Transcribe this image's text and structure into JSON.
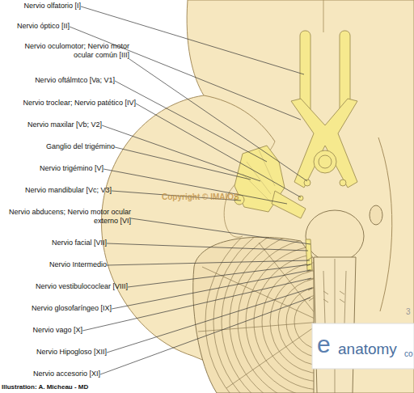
{
  "diagram": {
    "labels": [
      "Nervio olfatorio [I]",
      "Nervio óptico [II]",
      "Nervio oculomotor; Nervio motor ocular común [III]",
      "Nervio oftálmtco [Va; V1]",
      "Nervio troclear; Nervio patético [IV]",
      "Nervio maxilar [Vb; V2]",
      "Ganglio del trigémino",
      "Nervio trigémino [V]",
      "Nervio mandibular [Vc; V3]",
      "Nervio abducens; Nervio motor ocular externo [VI]",
      "Nervio facial [VII]",
      "Nervio Intermedio",
      "Nervio vestibulococlear [VIII]",
      "Nervio glosofaríngeo [IX]",
      "Nervio vago [X]",
      "Nervio Hipogloso [XII]",
      "Nervio accesorio [XI]",
      "Illustration: A. Micheau - MD",
      "Copyright © IMAIOS",
      "e",
      "anatomy",
      "3",
      "co"
    ]
  }
}
